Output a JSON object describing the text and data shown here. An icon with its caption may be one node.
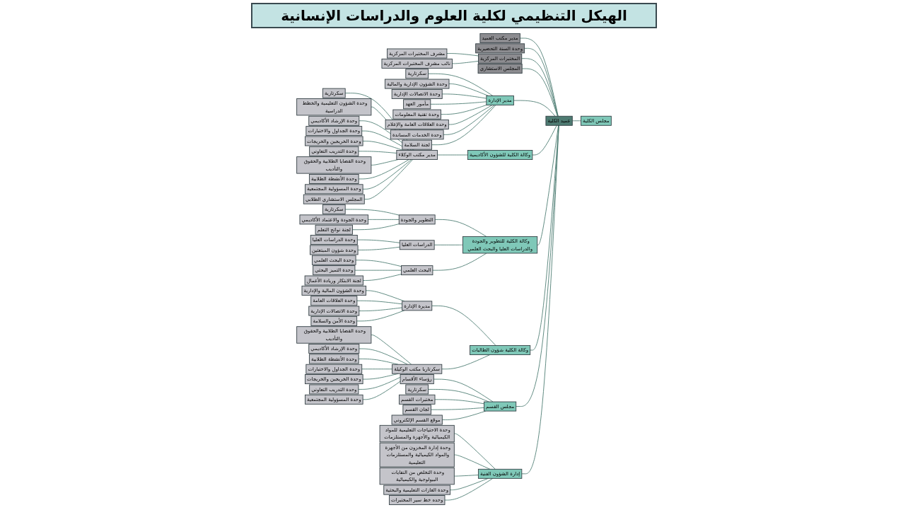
{
  "diagram": {
    "title": "الهيكل التنظيمي لكلية العلوم والدراسات الإنسانية",
    "nodes": [
      {
        "text": [
          "مجلس الكلية"
        ]
      },
      {
        "text": [
          "عميد الكلية"
        ]
      },
      {
        "text": [
          "مدير مكتب العميد"
        ]
      },
      {
        "text": [
          "وحدة السنة التحضيرية"
        ]
      },
      {
        "text": [
          "المختبرات المركزية"
        ]
      },
      {
        "text": [
          "المجلس الاستشاري"
        ]
      },
      {
        "text": [
          "مشرف المختبرات المركزية"
        ]
      },
      {
        "text": [
          "نائب مشرف المختبرات المركزية"
        ]
      },
      {
        "text": [
          "مدير الإدارة"
        ]
      },
      {
        "text": [
          "وكالة الكلية للشؤون الأكاديمية"
        ]
      },
      {
        "text": [
          "وكالة الكلية للتطوير والجودة والدراسات العليا والبحث العلمي"
        ]
      },
      {
        "text": [
          "وكالة الكلية شؤون الطالبات"
        ]
      },
      {
        "text": [
          "مجلس القسم"
        ]
      },
      {
        "text": [
          "إدارة الشؤون الفنية"
        ]
      },
      {
        "text": [
          "سكرتارية"
        ]
      },
      {
        "text": [
          "وحدة الشؤون الإدارية والمالية"
        ]
      },
      {
        "text": [
          "وحدة الاتصالات الإدارية"
        ]
      },
      {
        "text": [
          "مأمور العهد"
        ]
      },
      {
        "text": [
          "وحدة تقنية المعلومات"
        ]
      },
      {
        "text": [
          "وحدة العلاقات العامة والإعلام"
        ]
      },
      {
        "text": [
          "وحدة الخدمات المساندة"
        ]
      },
      {
        "text": [
          "لجنة السلامة"
        ]
      },
      {
        "text": [
          "مدير مكتب الوكلاء"
        ]
      },
      {
        "text": [
          "سكرتارية"
        ]
      },
      {
        "text": [
          "وحدة الشؤون التعليمية والخطط الدراسية"
        ]
      },
      {
        "text": [
          "وحدة الإرشاد الأكاديمي"
        ]
      },
      {
        "text": [
          "وحدة الجداول والاختبارات"
        ]
      },
      {
        "text": [
          "وحدة الخريجين والخريجات"
        ]
      },
      {
        "text": [
          "وحدة التدريب التعاوني"
        ]
      },
      {
        "text": [
          "وحدة القضايا الطلابية والحقوق والتأديب"
        ]
      },
      {
        "text": [
          "وحدة الأنشطة الطلابية"
        ]
      },
      {
        "text": [
          "وحدة المسؤولية المجتمعية"
        ]
      },
      {
        "text": [
          "المجلس الاستشاري الطلابي"
        ]
      },
      {
        "text": [
          "التطوير والجودة"
        ]
      },
      {
        "text": [
          "الدراسات العليا"
        ]
      },
      {
        "text": [
          "البحث العلمي"
        ]
      },
      {
        "text": [
          "سكرتارية"
        ]
      },
      {
        "text": [
          "وحدة الجودة والاعتماد الأكاديمي"
        ]
      },
      {
        "text": [
          "لجنة نواتج التعلم"
        ]
      },
      {
        "text": [
          "وحدة الدراسات العليا"
        ]
      },
      {
        "text": [
          "وحدة شؤون المبتعثين"
        ]
      },
      {
        "text": [
          "وحدة البحث العلمي"
        ]
      },
      {
        "text": [
          "وحدة التميز البحثي"
        ]
      },
      {
        "text": [
          "لجنة الابتكار وريادة الأعمال"
        ]
      },
      {
        "text": [
          "مديرة الإدارة"
        ]
      },
      {
        "text": [
          "سكرتاريا مكتب الوكيلة"
        ]
      },
      {
        "text": [
          "وحدة الشؤون المالية والإدارية"
        ]
      },
      {
        "text": [
          "وحدة العلاقات العامة"
        ]
      },
      {
        "text": [
          "وحدة الاتصالات الإدارية"
        ]
      },
      {
        "text": [
          "وحدة الأمن والسلامة"
        ]
      },
      {
        "text": [
          "وحدة القضايا الطلابية والحقوق والتأديب"
        ]
      },
      {
        "text": [
          "وحدة الإرشاد الأكاديمي"
        ]
      },
      {
        "text": [
          "وحدة الأنشطة الطلابية"
        ]
      },
      {
        "text": [
          "وحدة الجداول والاختبارات"
        ]
      },
      {
        "text": [
          "وحدة الخريجين والخريجات"
        ]
      },
      {
        "text": [
          "وحدة التدريب التعاوني"
        ]
      },
      {
        "text": [
          "وحدة المسؤولية المجتمعية"
        ]
      },
      {
        "text": [
          "رؤساء الأقسام"
        ]
      },
      {
        "text": [
          "سكرتارية"
        ]
      },
      {
        "text": [
          "مختبرات القسم"
        ]
      },
      {
        "text": [
          "لجان القسم"
        ]
      },
      {
        "text": [
          "موقع القسم الإلكتروني"
        ]
      },
      {
        "text": [
          "وحدة الاحتياجات التعليمية للمواد الكيميائية والأجهزة والمستلزمات"
        ]
      },
      {
        "text": [
          "وحدة إدارة المخزون من الأجهزة والمواد الكيميائية والمستلزمات التعليمية"
        ]
      },
      {
        "text": [
          "وحدة التخلص من النفايات البيولوجية والكيميائية"
        ]
      },
      {
        "text": [
          "وحدة الغازات التعليمية والبحثية"
        ]
      },
      {
        "text": [
          "وحده خط سير المختبرات"
        ]
      }
    ],
    "edges": [
      {
        "from": 0,
        "to": 1,
        "arrow": "none"
      },
      {
        "from": 1,
        "to": 2,
        "arrow": "none"
      },
      {
        "from": 1,
        "to": 3,
        "arrow": "none"
      },
      {
        "from": 1,
        "to": 4,
        "arrow": "none"
      },
      {
        "from": 1,
        "to": 5,
        "arrow": "none"
      },
      {
        "from": 4,
        "to": 6,
        "arrow": "none"
      },
      {
        "from": 4,
        "to": 7,
        "arrow": "none"
      },
      {
        "from": 1,
        "to": 8,
        "arrow": "none"
      },
      {
        "from": 1,
        "to": 9,
        "arrow": "none"
      },
      {
        "from": 1,
        "to": 10,
        "arrow": "none"
      },
      {
        "from": 1,
        "to": 11,
        "arrow": "none"
      },
      {
        "from": 1,
        "to": 12,
        "arrow": "none"
      },
      {
        "from": 1,
        "to": 13,
        "arrow": "none"
      },
      {
        "from": 8,
        "to": 14,
        "arrow": "none"
      },
      {
        "from": 8,
        "to": 15,
        "arrow": "none"
      },
      {
        "from": 8,
        "to": 16,
        "arrow": "none"
      },
      {
        "from": 8,
        "to": 17,
        "arrow": "none"
      },
      {
        "from": 8,
        "to": 18,
        "arrow": "none"
      },
      {
        "from": 8,
        "to": 19,
        "arrow": "none"
      },
      {
        "from": 8,
        "to": 20,
        "arrow": "none"
      },
      {
        "from": 8,
        "to": 21,
        "arrow": "none"
      },
      {
        "from": 9,
        "to": 22,
        "arrow": "none"
      },
      {
        "from": 22,
        "to": 23,
        "arrow": "none"
      },
      {
        "from": 22,
        "to": 24,
        "arrow": "none"
      },
      {
        "from": 22,
        "to": 25,
        "arrow": "none"
      },
      {
        "from": 22,
        "to": 26,
        "arrow": "none"
      },
      {
        "from": 22,
        "to": 27,
        "arrow": "none"
      },
      {
        "from": 22,
        "to": 28,
        "arrow": "none"
      },
      {
        "from": 22,
        "to": 29,
        "arrow": "none"
      },
      {
        "from": 22,
        "to": 30,
        "arrow": "none"
      },
      {
        "from": 22,
        "to": 31,
        "arrow": "none"
      },
      {
        "from": 22,
        "to": 32,
        "arrow": "none"
      },
      {
        "from": 10,
        "to": 33,
        "arrow": "none"
      },
      {
        "from": 10,
        "to": 34,
        "arrow": "none"
      },
      {
        "from": 10,
        "to": 35,
        "arrow": "none"
      },
      {
        "from": 33,
        "to": 36,
        "arrow": "none"
      },
      {
        "from": 33,
        "to": 37,
        "arrow": "none"
      },
      {
        "from": 33,
        "to": 38,
        "arrow": "none"
      },
      {
        "from": 34,
        "to": 39,
        "arrow": "none"
      },
      {
        "from": 34,
        "to": 40,
        "arrow": "none"
      },
      {
        "from": 35,
        "to": 41,
        "arrow": "none"
      },
      {
        "from": 35,
        "to": 42,
        "arrow": "none"
      },
      {
        "from": 35,
        "to": 43,
        "arrow": "none"
      },
      {
        "from": 11,
        "to": 44,
        "arrow": "none"
      },
      {
        "from": 11,
        "to": 45,
        "arrow": "none"
      },
      {
        "from": 44,
        "to": 46,
        "arrow": "none"
      },
      {
        "from": 44,
        "to": 47,
        "arrow": "none"
      },
      {
        "from": 44,
        "to": 48,
        "arrow": "none"
      },
      {
        "from": 44,
        "to": 49,
        "arrow": "none"
      },
      {
        "from": 45,
        "to": 50,
        "arrow": "none"
      },
      {
        "from": 45,
        "to": 51,
        "arrow": "none"
      },
      {
        "from": 45,
        "to": 52,
        "arrow": "none"
      },
      {
        "from": 45,
        "to": 53,
        "arrow": "none"
      },
      {
        "from": 45,
        "to": 54,
        "arrow": "none"
      },
      {
        "from": 45,
        "to": 55,
        "arrow": "none"
      },
      {
        "from": 45,
        "to": 56,
        "arrow": "none"
      },
      {
        "from": 12,
        "to": 57,
        "arrow": "none"
      },
      {
        "from": 12,
        "to": 58,
        "arrow": "none"
      },
      {
        "from": 12,
        "to": 59,
        "arrow": "none"
      },
      {
        "from": 12,
        "to": 60,
        "arrow": "none"
      },
      {
        "from": 12,
        "to": 61,
        "arrow": "none"
      },
      {
        "from": 13,
        "to": 62,
        "arrow": "none"
      },
      {
        "from": 13,
        "to": 63,
        "arrow": "none"
      },
      {
        "from": 13,
        "to": 64,
        "arrow": "none"
      },
      {
        "from": 13,
        "to": 65,
        "arrow": "none"
      },
      {
        "from": 13,
        "to": 66,
        "arrow": "none"
      }
    ]
  }
}
